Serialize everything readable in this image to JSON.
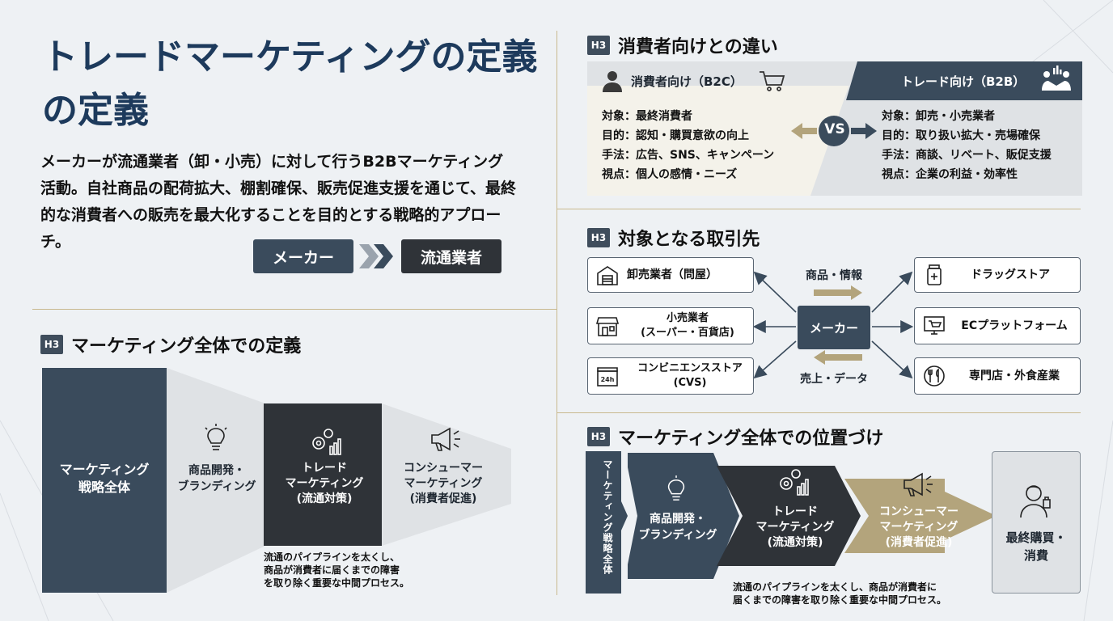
{
  "header": {
    "title_line1": "トレードマーケティングの定義",
    "title_line2": "の定義"
  },
  "intro": {
    "text": "メーカーが流通業者（卸・小売）に対して行うB2Bマーケティング活動。自社商品の配荷拡大、棚割確保、販売促進支援を通じて、最終的な消費者への販売を最大化することを目的とする戦略的アプローチ。",
    "from_label": "メーカー",
    "to_label": "流通業者"
  },
  "left_section": {
    "badge": "H3",
    "heading": "マーケティング全体での定義",
    "stages": [
      {
        "label": "マーケティング\n戦略全体",
        "icon": ""
      },
      {
        "label": "商品開発・\nブランディング",
        "icon": "lightbulb-icon"
      },
      {
        "label": "トレード\nマーケティング\n(流通対策)",
        "icon": "gears-chart-icon"
      },
      {
        "label": "コンシューマー\nマーケティング\n(消費者促進)",
        "icon": "megaphone-icon"
      }
    ],
    "note": "流通のパイプラインを太くし、\n商品が消費者に届くまでの障害\nを取り除く重要な中間プロセス。"
  },
  "compare_section": {
    "badge": "H3",
    "heading": "消費者向けとの違い",
    "b2c": {
      "title": "消費者向け（B2C）",
      "rows": [
        "対象：最終消費者",
        "目的：認知・購買意欲の向上",
        "手法：広告、SNS、キャンペーン",
        "視点：個人の感情・ニーズ"
      ]
    },
    "vs": "VS",
    "b2b": {
      "title": "トレード向け（B2B）",
      "rows": [
        "対象：卸売・小売業者",
        "目的：取り扱い拡大・売場確保",
        "手法：商談、リベート、販促支援",
        "視点：企業の利益・効率性"
      ]
    }
  },
  "partners_section": {
    "badge": "H3",
    "heading": "対象となる取引先",
    "center": "メーカー",
    "flow_top": "商品・情報",
    "flow_bottom": "売上・データ",
    "left": [
      {
        "label": "卸売業者（問屋）",
        "icon": "warehouse-icon"
      },
      {
        "label": "小売業者\n(スーパー・百貨店)",
        "icon": "store-icon"
      },
      {
        "label": "コンビニエンスストア\n(CVS)",
        "icon": "convenience-store-icon",
        "icon_text": "24h"
      }
    ],
    "right": [
      {
        "label": "ドラッグストア",
        "icon": "medicine-icon"
      },
      {
        "label": "ECプラットフォーム",
        "icon": "ec-cart-icon"
      },
      {
        "label": "専門店・外食産業",
        "icon": "dining-icon"
      }
    ]
  },
  "position_section": {
    "badge": "H3",
    "heading": "マーケティング全体での位置づけ",
    "vertical_label": "マーケティング戦略全体",
    "stages": [
      {
        "label": "商品開発・\nブランディング",
        "icon": "lightbulb-icon"
      },
      {
        "label": "トレード\nマーケティング\n(流通対策)",
        "icon": "gears-chart-icon"
      },
      {
        "label": "コンシューマー\nマーケティング\n(消費者促進)",
        "icon": "megaphone-icon"
      }
    ],
    "final": "最終購買・\n消費",
    "note": "流通のパイプラインを太くし、商品が消費者に\n届くまでの障害を取り除く重要な中間プロセス。"
  },
  "colors": {
    "navy": "#3a4b5c",
    "dark": "#2f3338",
    "gold": "#b3a47c",
    "title": "#1d3a5c",
    "line": "#c9b98f"
  }
}
